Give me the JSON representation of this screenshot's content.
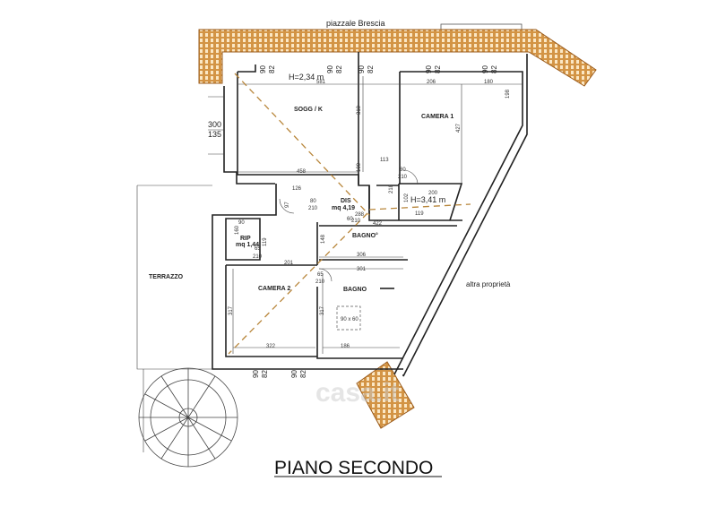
{
  "street_label": "piazzale Brescia",
  "title": "PIANO SECONDO",
  "neighbor_label": "altra proprietà",
  "watermark": "casa.it",
  "colors": {
    "roof": "#c98a3c",
    "walls": "#222222",
    "section_line": "#b8863b"
  },
  "heights": {
    "upper": "H=2,34 m",
    "lower": "H=3,41 m"
  },
  "rooms": {
    "sogg": "SOGG / K",
    "camera1": "CAMERA 1",
    "dis": "DIS",
    "dis_area": "mq 4,19",
    "rip": "RIP",
    "rip_area": "mq 1,44",
    "bagno_small": "BAGNO°",
    "camera2": "CAMERA 2",
    "bagno": "BAGNO",
    "terrazzo": "TERRAZZO"
  },
  "windows": {
    "w": "90",
    "h": "82"
  },
  "dims": {
    "left_window_w": "300",
    "left_window_h": "135",
    "d581": "581",
    "d206": "206",
    "d180": "180",
    "d198": "198",
    "d310": "310",
    "d427": "427",
    "d458": "458",
    "d100": "100",
    "d113": "113",
    "door_c1_w": "80",
    "door_c1_h": "210",
    "d218": "218",
    "d126": "126",
    "door_dis_w": "80",
    "door_dis_h": "210",
    "d97": "97",
    "d102": "102",
    "d200": "200",
    "d119": "119",
    "d288": "288",
    "door_bs_w": "60",
    "door_bs_h": "210",
    "d422": "422",
    "d148": "148",
    "d90": "90",
    "d160": "160",
    "d119v": "119",
    "door_rip_w": "65",
    "door_rip_h": "210",
    "d201": "201",
    "d306": "306",
    "d301": "301",
    "door_b_w": "65",
    "door_b_h": "210",
    "d317a": "317",
    "d317b": "317",
    "d322": "322",
    "d186": "186",
    "shower": "90 x 60"
  }
}
